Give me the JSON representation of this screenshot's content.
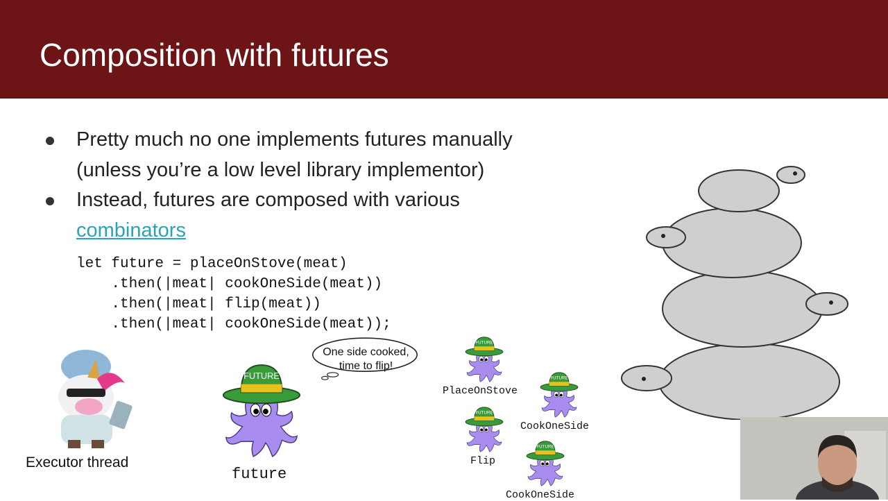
{
  "slide": {
    "title": "Composition with futures",
    "bullets": [
      {
        "text": "Pretty much no one implements futures manually"
      },
      {
        "text": "(unless you’re a low level library implementor)"
      },
      {
        "text": "Instead, futures are composed with various"
      },
      {
        "link": "combinators"
      }
    ],
    "code": [
      "let future = placeOnStove(meat)",
      "    .then(|meat| cookOneSide(meat))",
      "    .then(|meat| flip(meat))",
      "    .then(|meat| cookOneSide(meat));"
    ],
    "executor_label": "Executor thread",
    "thought_bubble": [
      "One side cooked,",
      "time to flip!"
    ],
    "hat_text": "FUTURE",
    "future_label": "future",
    "chain_labels": [
      "PlaceOnStove",
      "CookOneSide",
      "Flip",
      "CookOneSide"
    ]
  },
  "colors": {
    "title_bar": "#6d1416",
    "link": "#2aa3b8",
    "octopus": "#a98cf0",
    "hat": "#3a9b3a",
    "hat_band": "#e6c21a"
  }
}
